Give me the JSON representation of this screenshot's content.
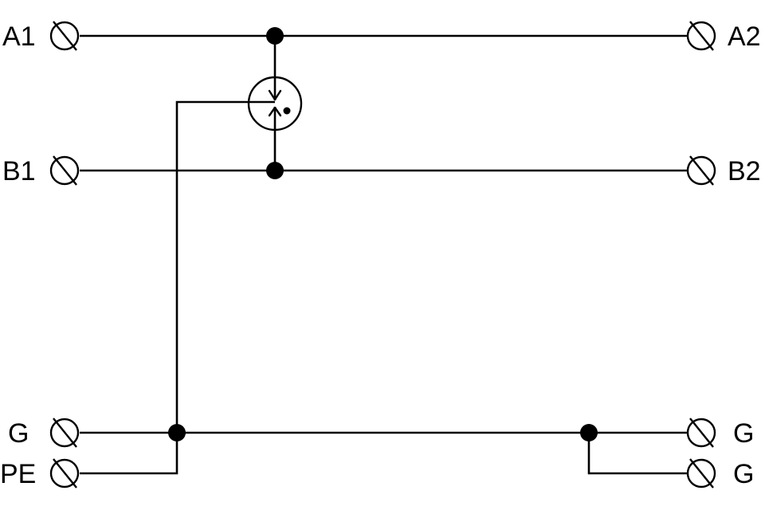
{
  "labels": {
    "a1": "A1",
    "a2": "A2",
    "b1": "B1",
    "b2": "B2",
    "g_left": "G",
    "pe": "PE",
    "g_right_top": "G",
    "g_right_bottom": "G"
  },
  "colors": {
    "line": "#000000",
    "background": "#ffffff"
  },
  "icons": {
    "terminal": "screw-terminal-icon",
    "protector": "gas-discharge-tube-icon"
  }
}
